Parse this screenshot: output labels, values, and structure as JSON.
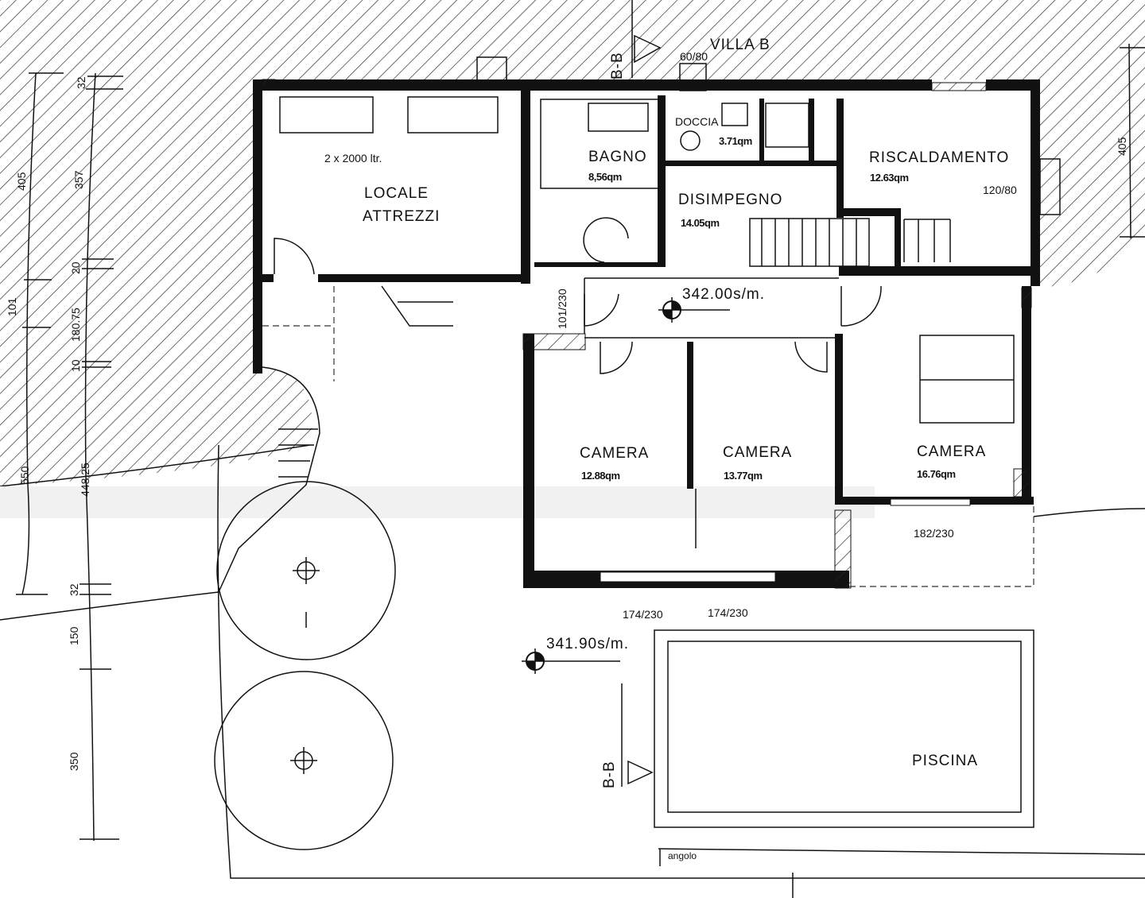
{
  "title": "VILLA B",
  "section_marker": "B-B",
  "rooms": [
    {
      "name": "LOCALE",
      "name2": "ATTREZZI",
      "note": "2 x 2000 ltr."
    },
    {
      "name": "BAGNO",
      "area": "8,56qm"
    },
    {
      "name": "DOCCIA",
      "area": "3.71qm"
    },
    {
      "name": "DISIMPEGNO",
      "area": "14.05qm"
    },
    {
      "name": "RISCALDAMENTO",
      "area": "12.63qm"
    },
    {
      "name": "CAMERA",
      "area": "12.88qm"
    },
    {
      "name": "CAMERA",
      "area": "13.77qm"
    },
    {
      "name": "CAMERA",
      "area": "16.76qm"
    },
    {
      "name": "PISCINA"
    }
  ],
  "openings": [
    "60/80",
    "120/80",
    "101/230",
    "182/230",
    "174/230",
    "174/230"
  ],
  "levels": [
    "342.00s/m.",
    "341.90s/m."
  ],
  "dimensions_left": [
    "405",
    "101",
    "550"
  ],
  "dimensions_right": [
    "32",
    "357",
    "20",
    "180.75",
    "10",
    "448.25",
    "32",
    "150",
    "350"
  ],
  "dimensions_far_right": [
    "405"
  ],
  "footer_label": "angolo"
}
